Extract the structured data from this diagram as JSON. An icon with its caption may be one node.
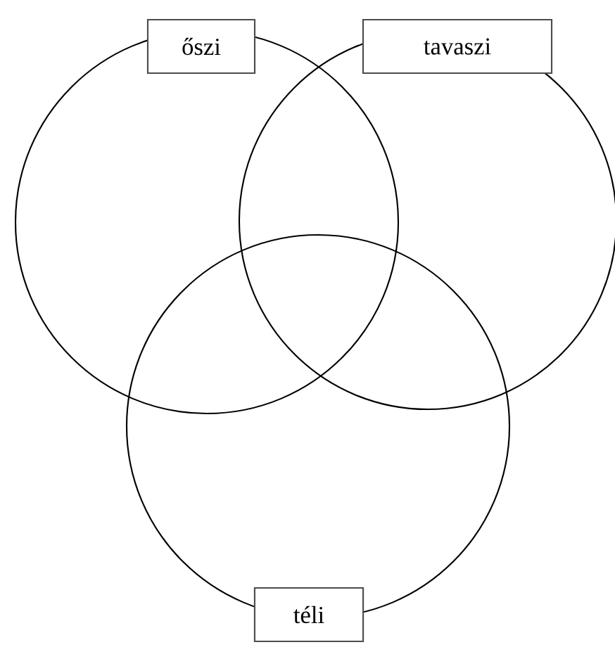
{
  "diagram": {
    "nodes": [
      {
        "text": [
          "őszi"
        ]
      },
      {
        "text": [
          "tavaszi"
        ]
      },
      {
        "text": [
          "téli"
        ]
      }
    ]
  }
}
